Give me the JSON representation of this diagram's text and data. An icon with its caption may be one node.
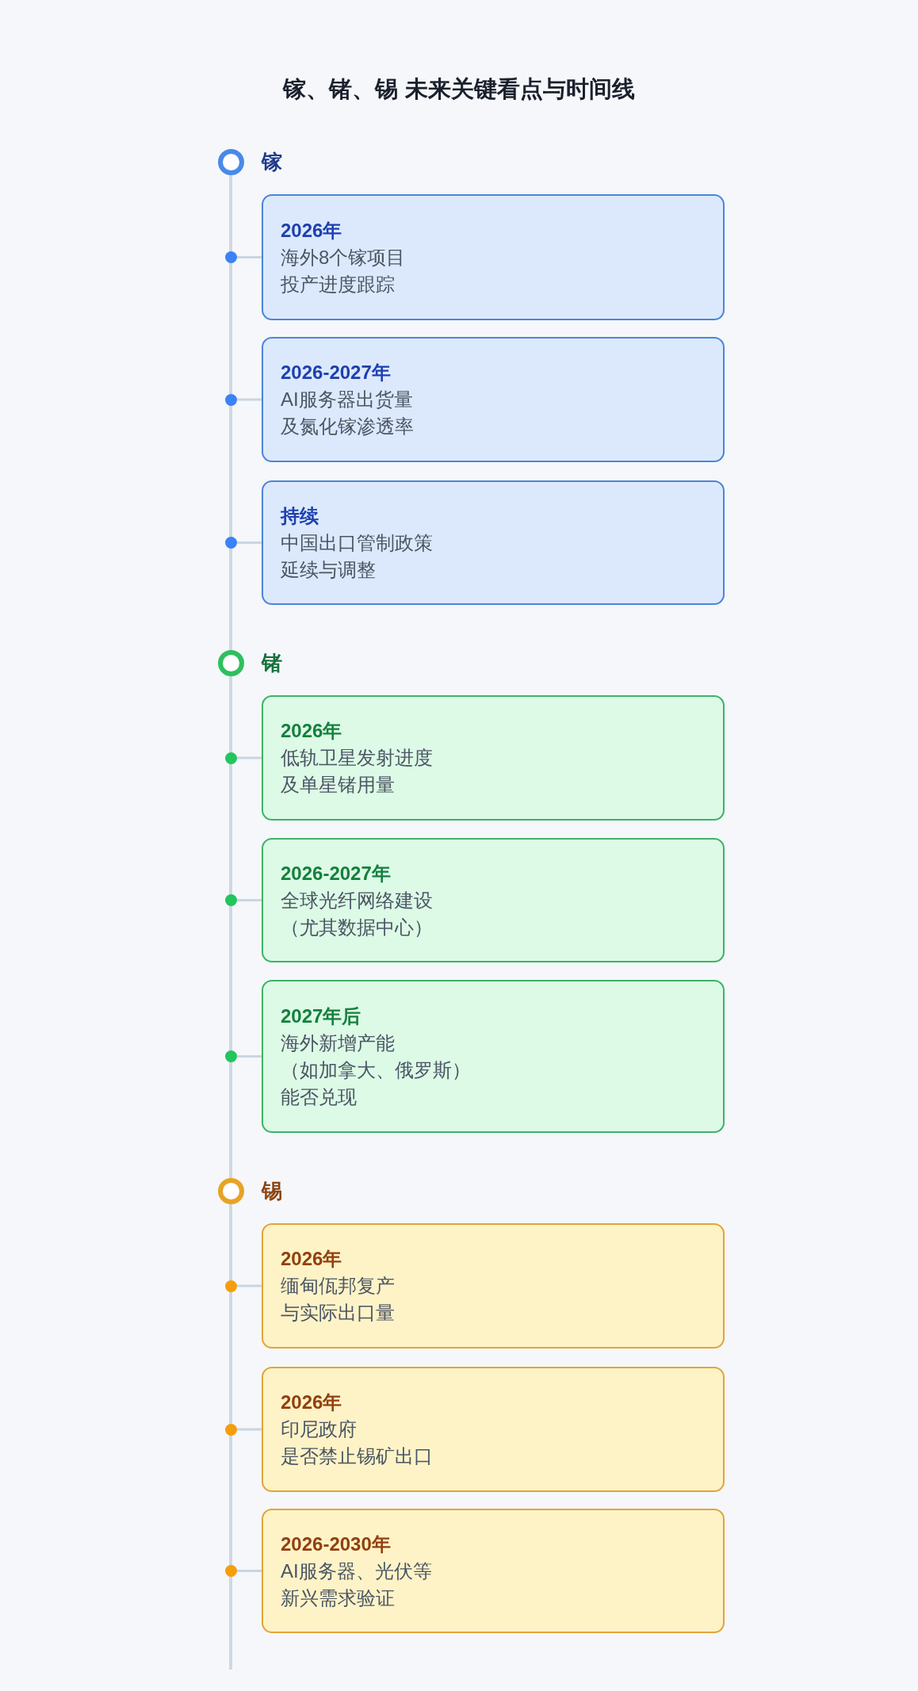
{
  "diagram": {
    "title": "镓、锗、锡 未来关键看点与时间线",
    "nodes": [
      {
        "text": [
          "镓"
        ]
      },
      {
        "text": [],
        "shape": "circle"
      },
      {
        "text": [
          "2026年",
          "海外8个镓项目投产进度跟踪"
        ]
      },
      {
        "text": [],
        "shape": "circle"
      },
      {
        "text": [
          "2026-2027年",
          "AI服务器出货量及氮化镓渗透率"
        ]
      },
      {
        "text": [],
        "shape": "circle"
      },
      {
        "text": [
          "持续",
          "中国出口管制政策延续与调整"
        ]
      },
      {
        "text": [
          "锗"
        ]
      },
      {
        "text": [],
        "shape": "circle"
      },
      {
        "text": [
          "2026年",
          "低轨卫星发射进度及单星锗用量"
        ]
      },
      {
        "text": [],
        "shape": "circle"
      },
      {
        "text": [
          "2026-2027年",
          "全球光纤网络建设（尤其数据中心）"
        ]
      },
      {
        "text": [],
        "shape": "circle"
      },
      {
        "text": [
          "2027年后",
          "海外新增产能（如加拿大、俄罗斯）能否兑现"
        ]
      },
      {
        "text": [
          "锡"
        ]
      },
      {
        "text": [],
        "shape": "circle"
      },
      {
        "text": [
          "2026年",
          "缅甸佤邦复产与实际出口量"
        ]
      },
      {
        "text": [],
        "shape": "circle"
      },
      {
        "text": [
          "2026年",
          "印尼政府是否禁止锡矿出口"
        ]
      },
      {
        "text": [],
        "shape": "circle"
      },
      {
        "text": [
          "2026-2030年",
          "AI服务器、光伏等新兴需求验证"
        ]
      }
    ],
    "edges": [
      {
        "from": 1,
        "to": 2,
        "arrow": "none"
      },
      {
        "from": 3,
        "to": 4,
        "arrow": "none"
      },
      {
        "from": 5,
        "to": 6,
        "arrow": "none"
      },
      {
        "from": 8,
        "to": 9,
        "arrow": "none"
      },
      {
        "from": 10,
        "to": 11,
        "arrow": "none"
      },
      {
        "from": 12,
        "to": 13,
        "arrow": "none"
      },
      {
        "from": 15,
        "to": 16,
        "arrow": "none"
      },
      {
        "from": 17,
        "to": 18,
        "arrow": "none"
      },
      {
        "from": 19,
        "to": 20,
        "arrow": "none"
      }
    ]
  }
}
